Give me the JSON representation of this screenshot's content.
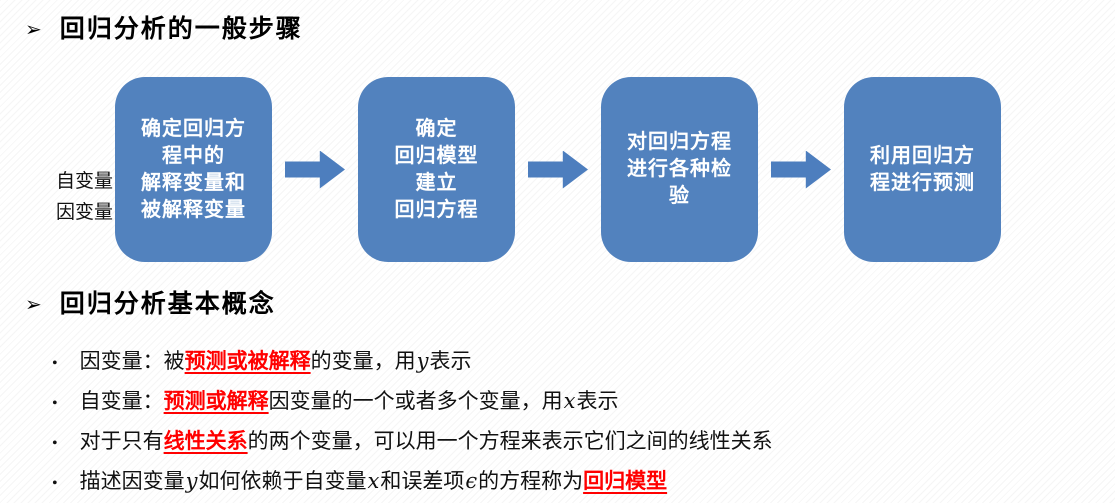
{
  "colors": {
    "box_blue": "#5282BE",
    "arrow_blue": "#4D7EBE",
    "highlight_red": "#ff0000"
  },
  "section1": {
    "bullet_glyph": "➢",
    "title": "回归分析的一般步骤"
  },
  "flowchart": {
    "side_labels": [
      "自变量",
      "因变量"
    ],
    "steps": [
      {
        "lines": [
          "确定回归方",
          "程中的",
          "解释变量和",
          "被解释变量"
        ]
      },
      {
        "lines": [
          "确定",
          "回归模型",
          "建立",
          "回归方程"
        ]
      },
      {
        "lines": [
          "对回归方程",
          "进行各种检",
          "验"
        ]
      },
      {
        "lines": [
          "利用回归方",
          "程进行预测"
        ]
      }
    ],
    "arrow_icon": "right-block-arrow"
  },
  "section2": {
    "bullet_glyph": "➢",
    "title": "回归分析基本概念",
    "bullet_dot": "•",
    "bullets": [
      {
        "segments": [
          {
            "text": "因变量：被",
            "style": "normal"
          },
          {
            "text": "预测或被解释",
            "style": "red"
          },
          {
            "text": "的变量，用",
            "style": "normal"
          },
          {
            "text": "y",
            "style": "math"
          },
          {
            "text": "表示",
            "style": "normal"
          }
        ]
      },
      {
        "segments": [
          {
            "text": "自变量：",
            "style": "normal"
          },
          {
            "text": "预测或解释",
            "style": "red"
          },
          {
            "text": "因变量的一个或者多个变量，用",
            "style": "normal"
          },
          {
            "text": "x",
            "style": "math"
          },
          {
            "text": "表示",
            "style": "normal"
          }
        ]
      },
      {
        "segments": [
          {
            "text": "对于只有",
            "style": "normal"
          },
          {
            "text": "线性关系",
            "style": "red"
          },
          {
            "text": "的两个变量，可以用一个方程来表示它们之间的线性关系",
            "style": "normal"
          }
        ]
      },
      {
        "segments": [
          {
            "text": "描述因变量",
            "style": "normal"
          },
          {
            "text": "y",
            "style": "math"
          },
          {
            "text": "如何依赖于自变量",
            "style": "normal"
          },
          {
            "text": "x",
            "style": "math"
          },
          {
            "text": "和误差项",
            "style": "normal"
          },
          {
            "text": "ϵ",
            "style": "math"
          },
          {
            "text": "的方程称为",
            "style": "normal"
          },
          {
            "text": "回归模型",
            "style": "red"
          }
        ]
      }
    ]
  }
}
